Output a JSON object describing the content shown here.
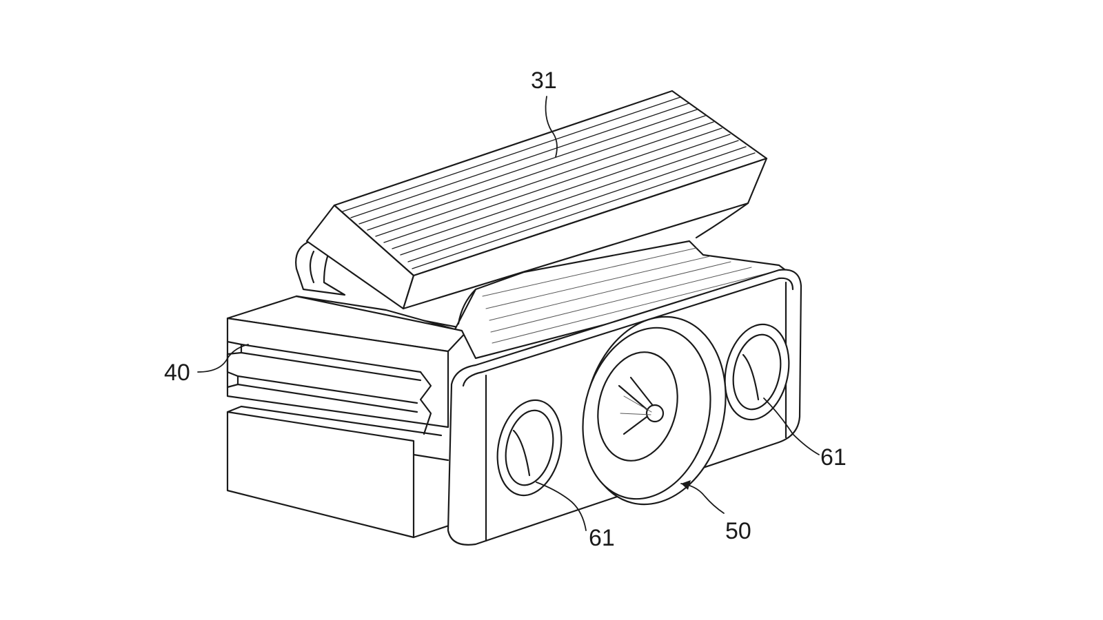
{
  "figure": {
    "labels": [
      {
        "id": "31",
        "text": "31",
        "part": "ribbed-top-plate"
      },
      {
        "id": "40",
        "text": "40",
        "part": "grooved-base-block"
      },
      {
        "id": "50",
        "text": "50",
        "part": "central-round-element"
      },
      {
        "id": "61a",
        "text": "61",
        "part": "left-screw-hole"
      },
      {
        "id": "61b",
        "text": "61",
        "part": "right-screw-hole"
      }
    ],
    "colors": {
      "line": "#1a1a1a",
      "background": "#ffffff"
    }
  }
}
